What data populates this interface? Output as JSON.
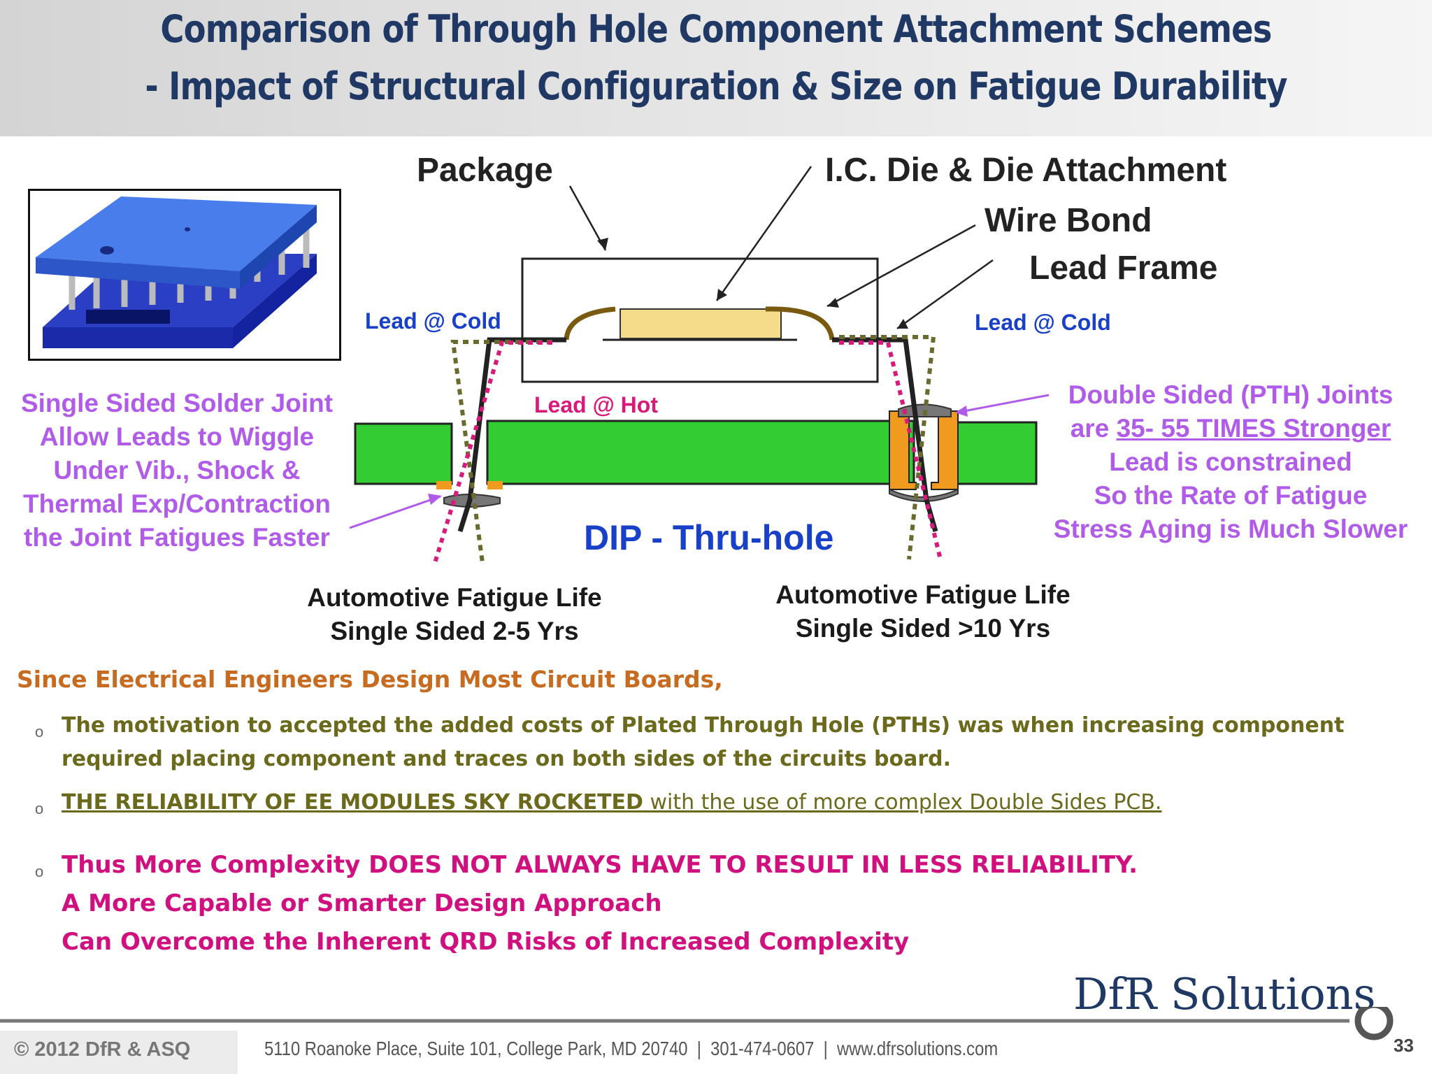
{
  "title": {
    "line1": "Comparison of Through Hole Component Attachment Schemes",
    "line2": "- Impact of Structural Configuration & Size on Fatigue Durability"
  },
  "diagram": {
    "package": "Package",
    "die": "I.C. Die & Die Attachment",
    "wire_bond": "Wire Bond",
    "lead_frame": "Lead Frame",
    "lead_cold_left": "Lead @ Cold",
    "lead_cold_right": "Lead @ Cold",
    "lead_hot": "Lead @ Hot",
    "dip": "DIP -  Thru-hole",
    "left_note": [
      "Single Sided Solder Joint",
      "Allow Leads to Wiggle",
      "Under Vib., Shock &",
      "Thermal Exp/Contraction",
      "the Joint Fatigues Faster"
    ],
    "right_note_l1": "Double Sided (PTH) Joints",
    "right_note_l2a": "are ",
    "right_note_l2b": "35- 55 TIMES Stronger",
    "right_note_rest": [
      "Lead is constrained",
      "So the Rate of Fatigue",
      "Stress Aging is Much Slower"
    ],
    "life_left": [
      "Automotive Fatigue Life",
      "Single Sided 2-5 Yrs"
    ],
    "life_right": [
      "Automotive Fatigue Life",
      "Single Sided >10 Yrs"
    ]
  },
  "body": {
    "heading": "Since Electrical Engineers Design Most Circuit Boards,",
    "b1_l1": "The motivation to accepted the added costs of Plated Through Hole (PTHs) was when increasing component",
    "b1_l2": "required placing component and traces on both sides of the circuits board.",
    "b2_a": "THE RELIABILITY OF EE MODULES SKY ROCKETED",
    "b2_b": " with the use of more complex Double Sides PCB.",
    "b3": [
      "Thus More Complexity DOES NOT ALWAYS HAVE TO RESULT IN LESS RELIABILITY.",
      "A More Capable or Smarter Design Approach",
      "Can Overcome the Inherent QRD Risks of Increased Complexity"
    ],
    "bullet": "o"
  },
  "footer": {
    "brand": "DfR Solutions",
    "copyright": "© 2012 DfR & ASQ",
    "address": "5110 Roanoke Place, Suite 101, College Park, MD 20740  |  301-474-0607  |  www.dfrsolutions.com",
    "page": "33"
  },
  "colors": {
    "title": "#1f3864",
    "pcb": "#33cc33",
    "die": "#f5dc8a",
    "pink": "#d81b7a",
    "olive": "#6b6a2e",
    "blue_label": "#1840c8",
    "violet": "#b05ce8",
    "copper": "#f09a20"
  }
}
